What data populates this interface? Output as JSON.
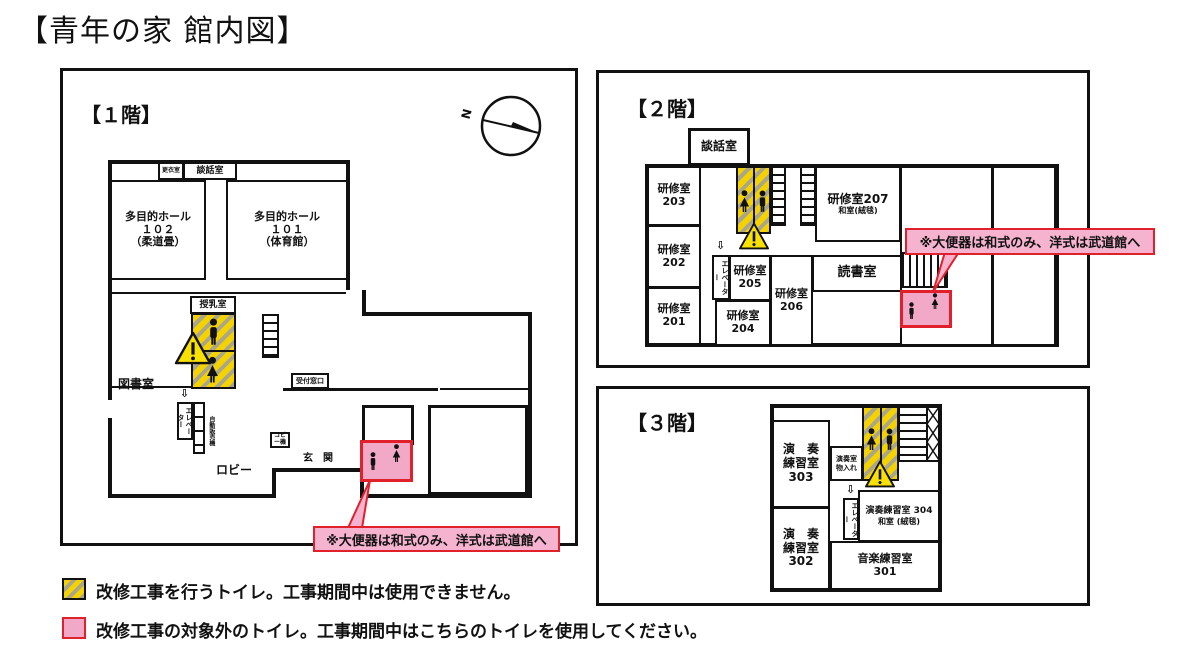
{
  "title": "【青年の家 館内図】",
  "colors": {
    "renovation": "#f4d200",
    "available": "#f2a9c8",
    "callout_border": "#e0202a"
  },
  "floor1": {
    "label": "【１階】",
    "compass_label": "N",
    "rooms": {
      "changing": "更衣室",
      "lounge": "談話室",
      "hall102": "多目的ホール\n１０２\n（柔道畳）",
      "hall101": "多目的ホール\n１０１\n（体育館）",
      "nursing": "授乳室",
      "library": "図書室",
      "elevator": "エレベーター",
      "vending": "自動販売機",
      "reception": "受付窓口",
      "copy": "コピー機",
      "entrance": "玄　関",
      "lobby": "ロビー"
    },
    "callout": "※大便器は和式のみ、洋式は武道館へ"
  },
  "floor2": {
    "label": "【２階】",
    "rooms": {
      "lounge": "談話室",
      "r203": "研修室\n203",
      "r202": "研修室\n202",
      "r201": "研修室\n201",
      "r207": "研修室207",
      "r207_sub": "和室(絨毯)",
      "elevator": "エレベーター",
      "r205": "研修室\n205",
      "r204": "研修室\n204",
      "r206": "研修室\n206",
      "reading": "読書室"
    },
    "callout": "※大便器は和式のみ、洋式は武道館へ"
  },
  "floor3": {
    "label": "【３階】",
    "rooms": {
      "r303": "演　奏\n練習室\n303",
      "r302": "演　奏\n練習室\n302",
      "storage": "演奏室\n物入れ",
      "elevator": "エレベーター",
      "r304": "演奏練習室 304",
      "r304_sub": "和室 (絨毯)",
      "r301": "音楽練習室\n301"
    }
  },
  "legend": [
    {
      "text": "改修工事を行うトイレ。工事期間中は使用できません。"
    },
    {
      "text": "改修工事の対象外のトイレ。工事期間中はこちらのトイレを使用してください。"
    }
  ]
}
